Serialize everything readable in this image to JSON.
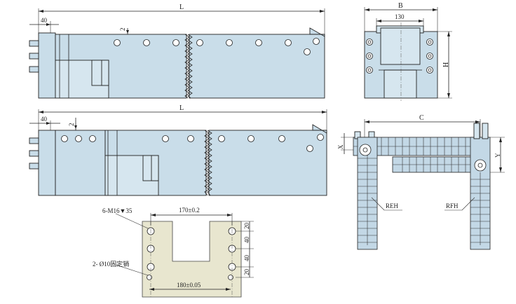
{
  "top_view": {
    "dim_length": "L",
    "dim_offset": "40",
    "dim_small": "2"
  },
  "end_view": {
    "dim_width": "B",
    "dim_inner": "130",
    "dim_height": "H"
  },
  "lower_view": {
    "dim_length": "L",
    "dim_offset": "40",
    "dim_small": "2"
  },
  "corner_view": {
    "dim_c": "C",
    "dim_x": "X",
    "dim_y": "Y",
    "label_reh": "REH",
    "label_rfh": "RFH"
  },
  "mount_plate": {
    "label_tapped": "6-M16▼35",
    "label_pins": "2- Ø10固定销",
    "dim_top": "170±0.2",
    "dim_bottom": "180±0.05",
    "dim_v1": "20",
    "dim_v2": "40",
    "dim_v3": "40",
    "dim_v4": "20"
  },
  "colors": {
    "body_fill": "#c9dde9",
    "plate_fill": "#e8e6cf",
    "line": "#222222"
  }
}
